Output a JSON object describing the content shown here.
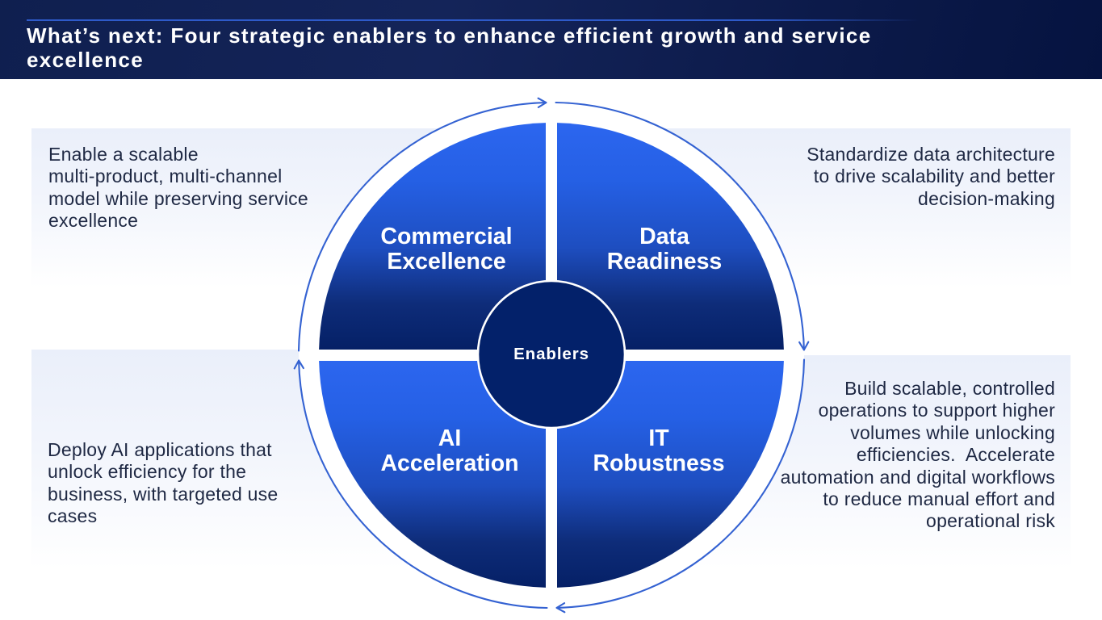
{
  "slide": {
    "title": "What’s next: Four strategic enablers to enhance efficient growth and service excellence"
  },
  "diagram": {
    "center_label": "Enablers",
    "quadrants": [
      {
        "id": "commercial-excellence",
        "label": "Commercial Excellence",
        "description_lines": [
          "Enable a scalable",
          "multi-product, multi-channel",
          "model while preserving service",
          "excellence"
        ]
      },
      {
        "id": "data-readiness",
        "label": "Data Readiness",
        "description_lines": [
          "Standardize data architecture",
          "to drive scalability and better",
          "decision-making"
        ]
      },
      {
        "id": "ai-acceleration",
        "label": "AI Acceleration",
        "description_lines": [
          "Deploy AI applications that",
          "unlock efficiency for the",
          "business, with targeted use",
          "cases"
        ]
      },
      {
        "id": "it-robustness",
        "label": "IT Robustness",
        "description_lines": [
          "Build scalable, controlled",
          "operations to support higher",
          "volumes while unlocking",
          "efficiencies.  Accelerate",
          "automation and digital workflows",
          "to reduce manual effort and",
          "operational risk"
        ]
      }
    ]
  },
  "colors": {
    "header_dark": "#051340",
    "header_light": "#142459",
    "accent_rule": "#2e5ac9",
    "band": "#eaeffa",
    "quad_light": "#2c66ef",
    "quad_dark": "#052066",
    "center_circle": "#03216a",
    "arc": "#3462d2",
    "desc_text": "#1e2843",
    "label_text": "#ffffff"
  }
}
